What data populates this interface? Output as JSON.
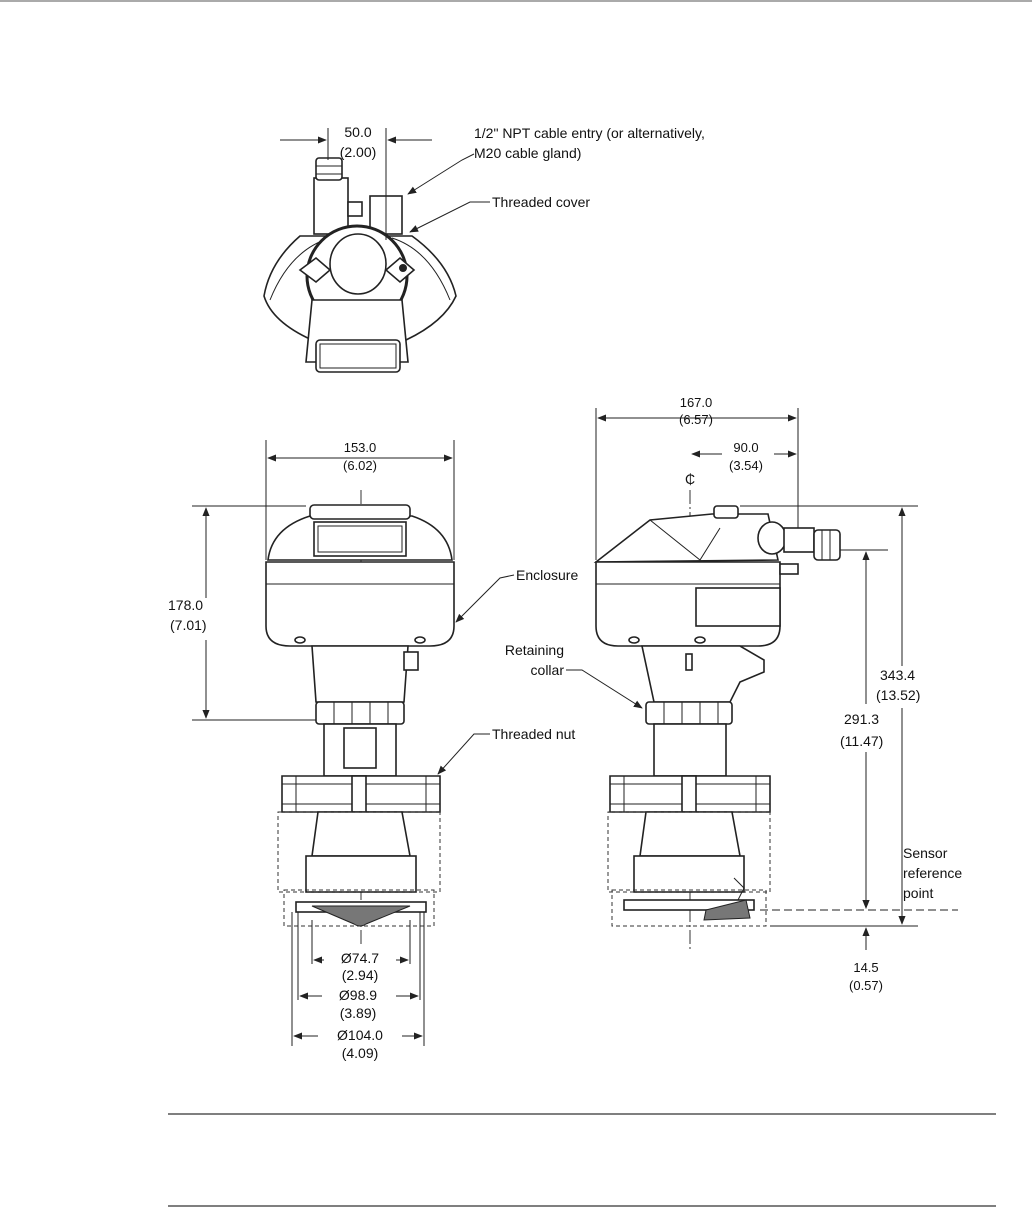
{
  "callouts": {
    "cable_entry_line1": "1/2\" NPT cable entry (or alternatively,",
    "cable_entry_line2": "M20 cable gland)",
    "threaded_cover": "Threaded cover",
    "enclosure": "Enclosure",
    "retaining_collar_line1": "Retaining",
    "retaining_collar_line2": "collar",
    "threaded_nut": "Threaded nut",
    "sensor_ref_line1": "Sensor",
    "sensor_ref_line2": "reference",
    "sensor_ref_line3": "point",
    "centerline_symbol": "₵"
  },
  "dimensions": {
    "top_width": {
      "mm": "50.0",
      "in": "(2.00)"
    },
    "front_width": {
      "mm": "153.0",
      "in": "(6.02)"
    },
    "front_height": {
      "mm": "178.0",
      "in": "(7.01)"
    },
    "side_width": {
      "mm": "167.0",
      "in": "(6.57)"
    },
    "side_offset": {
      "mm": "90.0",
      "in": "(3.54)"
    },
    "overall_height": {
      "mm": "343.4",
      "in": "(13.52)"
    },
    "ref_height": {
      "mm": "291.3",
      "in": "(11.47)"
    },
    "bottom_offset": {
      "mm": "14.5",
      "in": "(0.57)"
    },
    "dia_1": {
      "mm": "Ø74.7",
      "in": "(2.94)"
    },
    "dia_2": {
      "mm": "Ø98.9",
      "in": "(3.89)"
    },
    "dia_3": {
      "mm": "Ø104.0",
      "in": "(4.09)"
    }
  }
}
